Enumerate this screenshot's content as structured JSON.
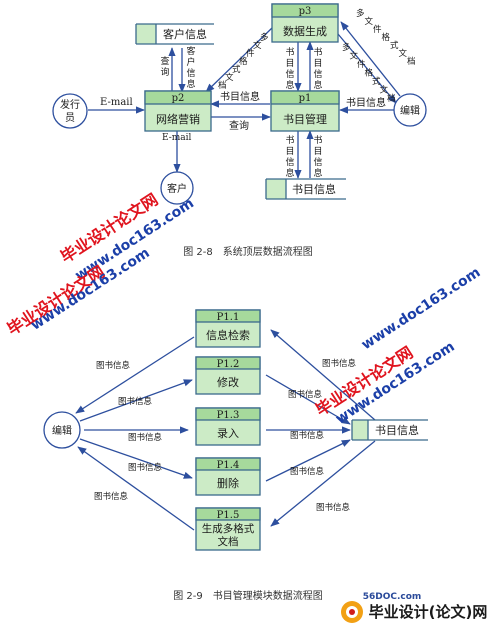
{
  "colors": {
    "box_fill": "#ccebc6",
    "box_header": "#a6d99c",
    "box_stroke": "#3a6a8c",
    "arrow": "#2d4f9e",
    "watermark_red": "#e0141e",
    "watermark_blue": "#1b3fa8"
  },
  "figure1": {
    "processes": {
      "p1": {
        "id": "p1",
        "name": "书目管理"
      },
      "p2": {
        "id": "p2",
        "name": "网络营销"
      },
      "p3": {
        "id": "p3",
        "name": "数据生成"
      }
    },
    "stores": {
      "customer_info": "客户信息",
      "book_info": "书目信息"
    },
    "entities": {
      "issuer": "发行员",
      "customer": "客户",
      "editor": "编辑"
    },
    "flows": {
      "email_in": "E-mail",
      "email_out": "E-mail",
      "query_store": "查询",
      "customer_info": "客户信息",
      "book_info_p1p2": "书目信息",
      "query_p2p1": "查询",
      "book_info_p3p1": "书目信息",
      "book_info_p1p3": "书目信息",
      "book_info_editor_p1": "书目信息",
      "book_info_p1_store": "书目信息",
      "book_info_store_p1": "书目信息",
      "multi_format_a": "多文件格式文档",
      "multi_format_b": "多文件格式文档",
      "multi_format_c": "多文件格式文档"
    },
    "caption": "图 2-8　系统顶层数据流程图"
  },
  "figure2": {
    "processes": [
      {
        "id": "P1.1",
        "name": "信息检索"
      },
      {
        "id": "P1.2",
        "name": "修改"
      },
      {
        "id": "P1.3",
        "name": "录入"
      },
      {
        "id": "P1.4",
        "name": "删除"
      },
      {
        "id": "P1.5",
        "name": "生成多格式文档"
      }
    ],
    "editor": "编辑",
    "store": "书目信息",
    "flow_label": "图书信息",
    "caption": "图 2-9　书目管理模块数据流程图"
  },
  "watermarks": {
    "brand": "毕业设计论文网",
    "url": "www.doc163.com",
    "logo_site": "56DOC.com",
    "logo_text": "毕业设计(论文)网"
  }
}
